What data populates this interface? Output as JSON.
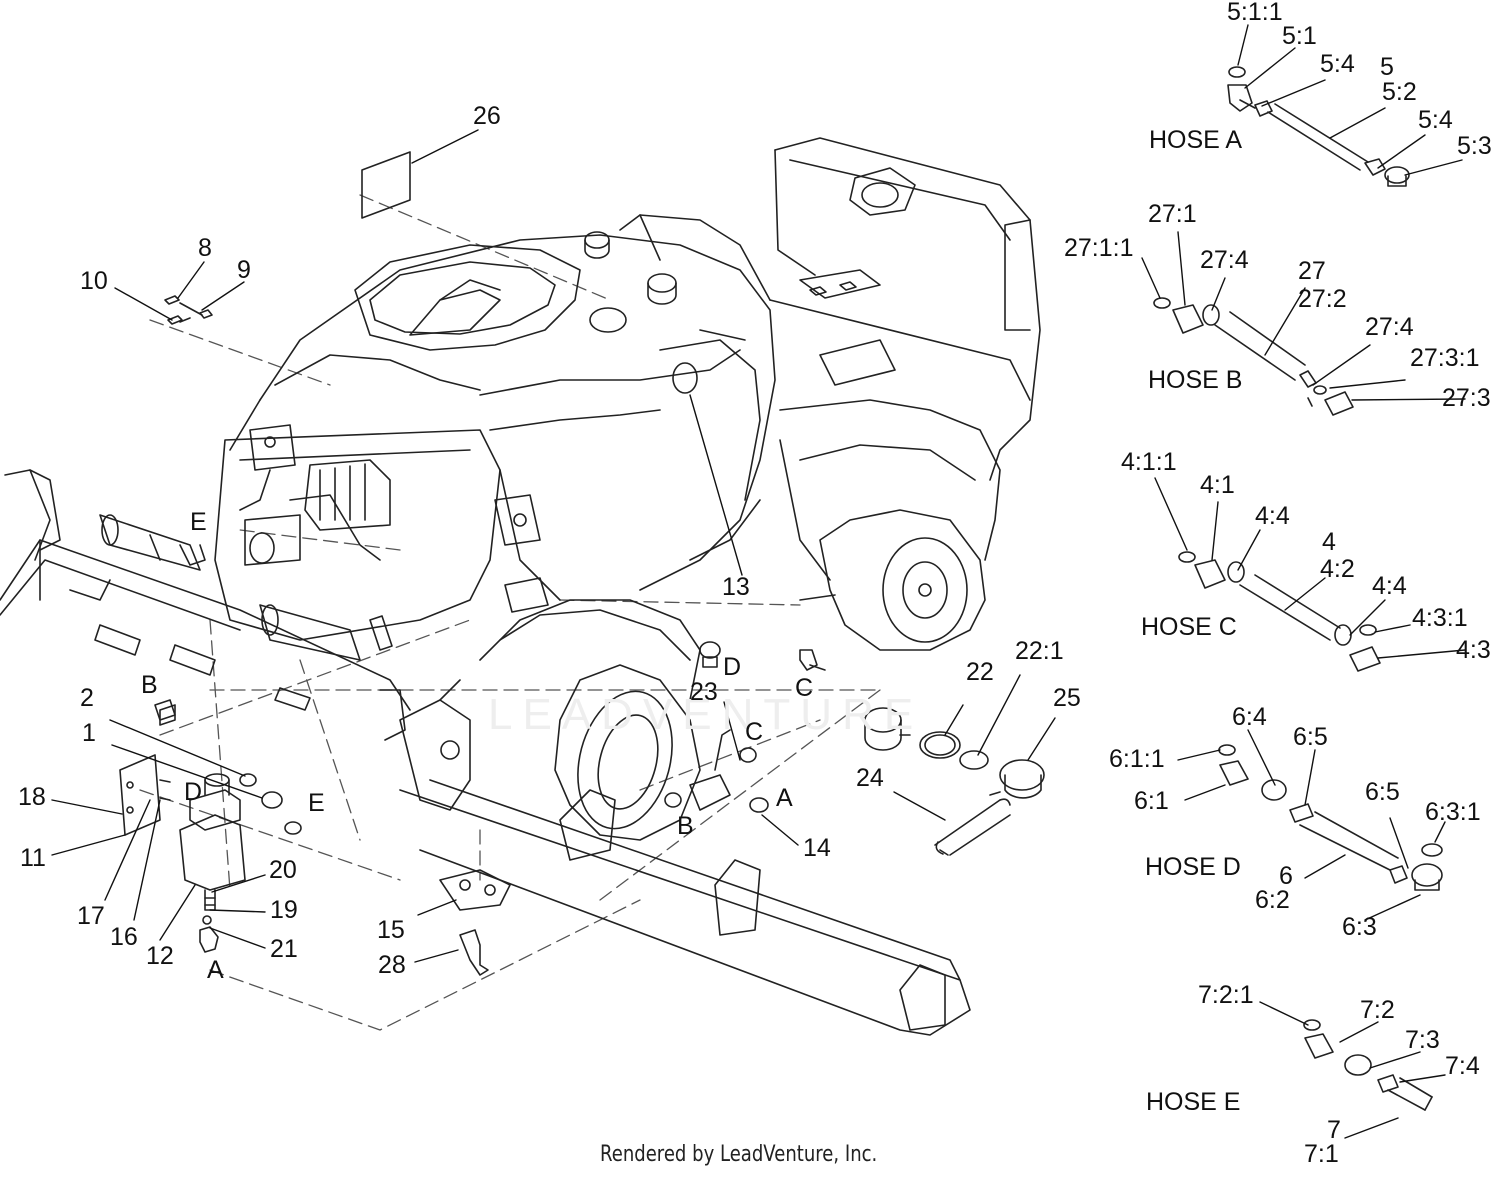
{
  "watermark": "LEADVENTURE",
  "footer": "Rendered by LeadVenture, Inc.",
  "callouts": [
    {
      "id": "c26",
      "text": "26"
    },
    {
      "id": "c8",
      "text": "8"
    },
    {
      "id": "c9",
      "text": "9"
    },
    {
      "id": "c10",
      "text": "10"
    },
    {
      "id": "c13",
      "text": "13"
    },
    {
      "id": "cE1",
      "text": "E"
    },
    {
      "id": "cB1",
      "text": "B"
    },
    {
      "id": "c2",
      "text": "2"
    },
    {
      "id": "c1",
      "text": "1"
    },
    {
      "id": "c18",
      "text": "18"
    },
    {
      "id": "cD1",
      "text": "D"
    },
    {
      "id": "cE2",
      "text": "E"
    },
    {
      "id": "c11",
      "text": "11"
    },
    {
      "id": "c20",
      "text": "20"
    },
    {
      "id": "c17",
      "text": "17"
    },
    {
      "id": "c19",
      "text": "19"
    },
    {
      "id": "c16",
      "text": "16"
    },
    {
      "id": "c12",
      "text": "12"
    },
    {
      "id": "c21",
      "text": "21"
    },
    {
      "id": "cA1",
      "text": "A"
    },
    {
      "id": "cD2",
      "text": "D"
    },
    {
      "id": "cC1",
      "text": "C"
    },
    {
      "id": "c23",
      "text": "23"
    },
    {
      "id": "cC2",
      "text": "C"
    },
    {
      "id": "cA2",
      "text": "A"
    },
    {
      "id": "cB2",
      "text": "B"
    },
    {
      "id": "c14",
      "text": "14"
    },
    {
      "id": "c15",
      "text": "15"
    },
    {
      "id": "c28",
      "text": "28"
    },
    {
      "id": "c22",
      "text": "22"
    },
    {
      "id": "c22_1",
      "text": "22:1"
    },
    {
      "id": "c25",
      "text": "25"
    },
    {
      "id": "c24",
      "text": "24"
    },
    {
      "id": "c5_1_1",
      "text": "5:1:1"
    },
    {
      "id": "c5_1",
      "text": "5:1"
    },
    {
      "id": "c5_4a",
      "text": "5:4"
    },
    {
      "id": "c5",
      "text": "5"
    },
    {
      "id": "c5_2",
      "text": "5:2"
    },
    {
      "id": "c5_4b",
      "text": "5:4"
    },
    {
      "id": "c5_3",
      "text": "5:3"
    },
    {
      "id": "hoseA",
      "text": "HOSE A"
    },
    {
      "id": "c27_1",
      "text": "27:1"
    },
    {
      "id": "c27_1_1",
      "text": "27:1:1"
    },
    {
      "id": "c27_4a",
      "text": "27:4"
    },
    {
      "id": "c27",
      "text": "27"
    },
    {
      "id": "c27_2",
      "text": "27:2"
    },
    {
      "id": "c27_4b",
      "text": "27:4"
    },
    {
      "id": "c27_3_1",
      "text": "27:3:1"
    },
    {
      "id": "c27_3",
      "text": "27:3"
    },
    {
      "id": "hoseB",
      "text": "HOSE B"
    },
    {
      "id": "c4_1_1",
      "text": "4:1:1"
    },
    {
      "id": "c4_1",
      "text": "4:1"
    },
    {
      "id": "c4_4a",
      "text": "4:4"
    },
    {
      "id": "c4",
      "text": "4"
    },
    {
      "id": "c4_2",
      "text": "4:2"
    },
    {
      "id": "c4_4b",
      "text": "4:4"
    },
    {
      "id": "c4_3_1",
      "text": "4:3:1"
    },
    {
      "id": "c4_3",
      "text": "4:3"
    },
    {
      "id": "hoseC",
      "text": "HOSE C"
    },
    {
      "id": "c6_4",
      "text": "6:4"
    },
    {
      "id": "c6_5a",
      "text": "6:5"
    },
    {
      "id": "c6_1_1",
      "text": "6:1:1"
    },
    {
      "id": "c6_1",
      "text": "6:1"
    },
    {
      "id": "c6_5b",
      "text": "6:5"
    },
    {
      "id": "c6_3_1",
      "text": "6:3:1"
    },
    {
      "id": "hoseD",
      "text": "HOSE D"
    },
    {
      "id": "c6",
      "text": "6"
    },
    {
      "id": "c6_2",
      "text": "6:2"
    },
    {
      "id": "c6_3",
      "text": "6:3"
    },
    {
      "id": "c7_2_1",
      "text": "7:2:1"
    },
    {
      "id": "c7_2",
      "text": "7:2"
    },
    {
      "id": "c7_3",
      "text": "7:3"
    },
    {
      "id": "c7_4",
      "text": "7:4"
    },
    {
      "id": "hoseE",
      "text": "HOSE E"
    },
    {
      "id": "c7",
      "text": "7"
    },
    {
      "id": "c7_1",
      "text": "7:1"
    }
  ]
}
